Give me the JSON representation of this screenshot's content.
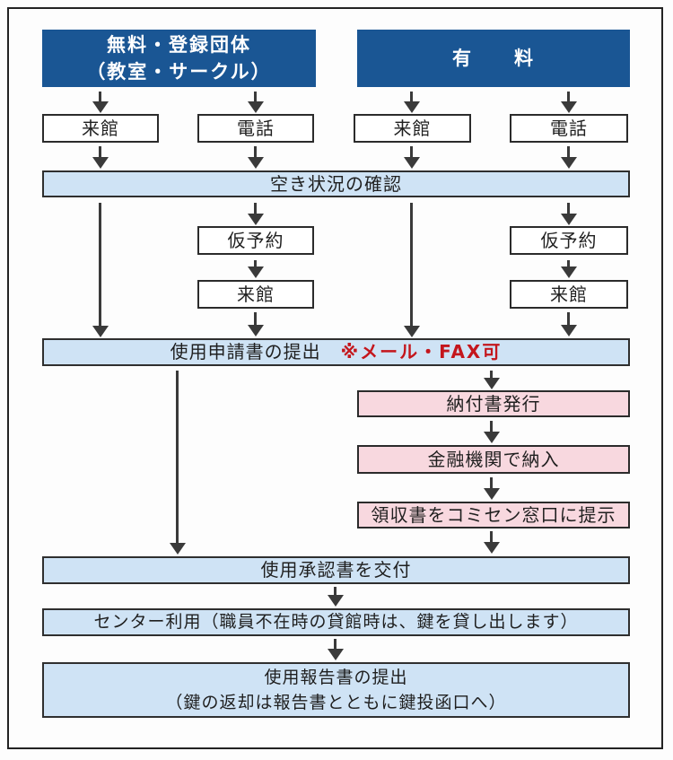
{
  "diagram": {
    "type": "flowchart",
    "description": "Community center room reservation and use procedure flowchart (free/registered groups vs paid use)",
    "colors": {
      "header_bg": "#1a5694",
      "header_text": "#ffffff",
      "bar_bg": "#cfe3f5",
      "pink_bg": "#f8d8df",
      "box_bg": "#ffffff",
      "border": "#2b2b2b",
      "arrow": "#3a3a3a",
      "note_red": "#c4161c"
    },
    "nodes": {
      "header_free_line1": "無料・登録団体",
      "header_free_line2": "（教室・サークル）",
      "header_paid": "有　　料",
      "free_visit": "来館",
      "free_phone": "電話",
      "paid_visit": "来館",
      "paid_phone": "電話",
      "availability_check": "空き状況の確認",
      "free_phone_tentative": "仮予約",
      "free_phone_visit": "来館",
      "paid_phone_tentative": "仮予約",
      "paid_phone_visit": "来館",
      "application_submit": "使用申請書の提出",
      "application_note": "※メール・FAX可",
      "payment_slip_issue": "納付書発行",
      "pay_at_bank": "金融機関で納入",
      "show_receipt": "領収書をコミセン窓口に提示",
      "approval_issue": "使用承認書を交付",
      "center_use": "センター利用（職員不在時の貸館時は、鍵を貸し出します）",
      "report_submit_line1": "使用報告書の提出",
      "report_submit_line2": "（鍵の返却は報告書とともに鍵投函口へ）"
    }
  }
}
